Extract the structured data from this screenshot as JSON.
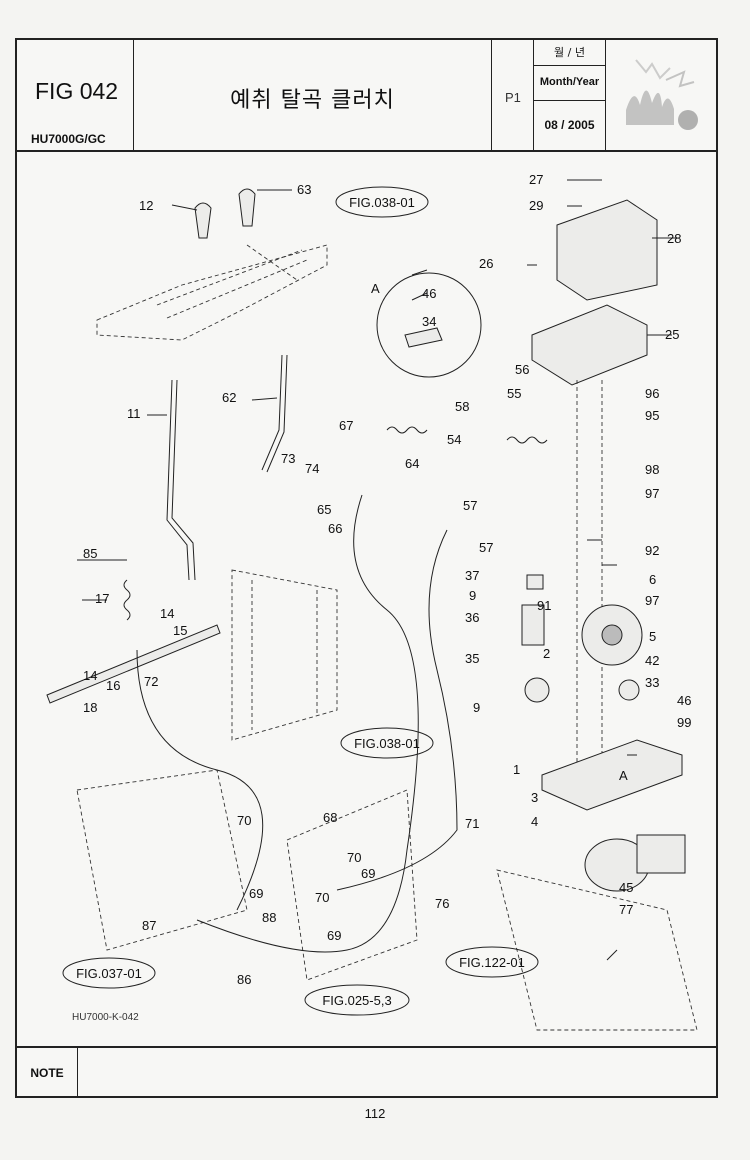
{
  "header": {
    "fig_no": "FIG 042",
    "model": "HU7000G/GC",
    "title": "예취 탈곡 클러치",
    "page_code": "P1",
    "date_label_ko": "월 / 년",
    "date_label_en": "Month/Year",
    "date_value": "08 / 2005"
  },
  "drawing_code": "HU7000-K-042",
  "refs": {
    "r1": "FIG.038-01",
    "r2": "FIG.038-01",
    "r3": "FIG.037-01",
    "r4": "FIG.025-5,3",
    "r5": "FIG.122-01"
  },
  "detail_letter": "A",
  "callouts": [
    {
      "id": "c1",
      "text": "12"
    },
    {
      "id": "c2",
      "text": "63"
    },
    {
      "id": "c3",
      "text": "11"
    },
    {
      "id": "c4",
      "text": "62"
    },
    {
      "id": "c5",
      "text": "73"
    },
    {
      "id": "c6",
      "text": "74"
    },
    {
      "id": "c7",
      "text": "65"
    },
    {
      "id": "c8",
      "text": "66"
    },
    {
      "id": "c9",
      "text": "85"
    },
    {
      "id": "c10",
      "text": "17"
    },
    {
      "id": "c11",
      "text": "14"
    },
    {
      "id": "c12",
      "text": "15"
    },
    {
      "id": "c13",
      "text": "14"
    },
    {
      "id": "c14",
      "text": "16"
    },
    {
      "id": "c15",
      "text": "72"
    },
    {
      "id": "c16",
      "text": "18"
    },
    {
      "id": "c17",
      "text": "67"
    },
    {
      "id": "c18",
      "text": "64"
    },
    {
      "id": "c19",
      "text": "46"
    },
    {
      "id": "c20",
      "text": "34"
    },
    {
      "id": "c21",
      "text": "27"
    },
    {
      "id": "c22",
      "text": "29"
    },
    {
      "id": "c23",
      "text": "28"
    },
    {
      "id": "c24",
      "text": "26"
    },
    {
      "id": "c25",
      "text": "25"
    },
    {
      "id": "c26",
      "text": "56"
    },
    {
      "id": "c27",
      "text": "55"
    },
    {
      "id": "c28",
      "text": "96"
    },
    {
      "id": "c29",
      "text": "95"
    },
    {
      "id": "c30",
      "text": "58"
    },
    {
      "id": "c31",
      "text": "54"
    },
    {
      "id": "c32",
      "text": "98"
    },
    {
      "id": "c33",
      "text": "97"
    },
    {
      "id": "c34",
      "text": "57"
    },
    {
      "id": "c35",
      "text": "57"
    },
    {
      "id": "c36",
      "text": "92"
    },
    {
      "id": "c37",
      "text": "37"
    },
    {
      "id": "c38",
      "text": "6"
    },
    {
      "id": "c39",
      "text": "9"
    },
    {
      "id": "c40",
      "text": "91"
    },
    {
      "id": "c41",
      "text": "97"
    },
    {
      "id": "c42",
      "text": "36"
    },
    {
      "id": "c43",
      "text": "5"
    },
    {
      "id": "c44",
      "text": "35"
    },
    {
      "id": "c45",
      "text": "2"
    },
    {
      "id": "c46",
      "text": "42"
    },
    {
      "id": "c47",
      "text": "33"
    },
    {
      "id": "c48",
      "text": "46"
    },
    {
      "id": "c49",
      "text": "9"
    },
    {
      "id": "c50",
      "text": "99"
    },
    {
      "id": "c51",
      "text": "1"
    },
    {
      "id": "c52",
      "text": "3"
    },
    {
      "id": "c53",
      "text": "4"
    },
    {
      "id": "c54",
      "text": "45"
    },
    {
      "id": "c55",
      "text": "77"
    },
    {
      "id": "c56",
      "text": "71"
    },
    {
      "id": "c57",
      "text": "68"
    },
    {
      "id": "c58",
      "text": "70"
    },
    {
      "id": "c59",
      "text": "70"
    },
    {
      "id": "c60",
      "text": "69"
    },
    {
      "id": "c61",
      "text": "69"
    },
    {
      "id": "c62",
      "text": "70"
    },
    {
      "id": "c63",
      "text": "69"
    },
    {
      "id": "c64",
      "text": "76"
    },
    {
      "id": "c65",
      "text": "87"
    },
    {
      "id": "c66",
      "text": "88"
    },
    {
      "id": "c67",
      "text": "86"
    }
  ],
  "note_label": "NOTE",
  "page_number": "112"
}
